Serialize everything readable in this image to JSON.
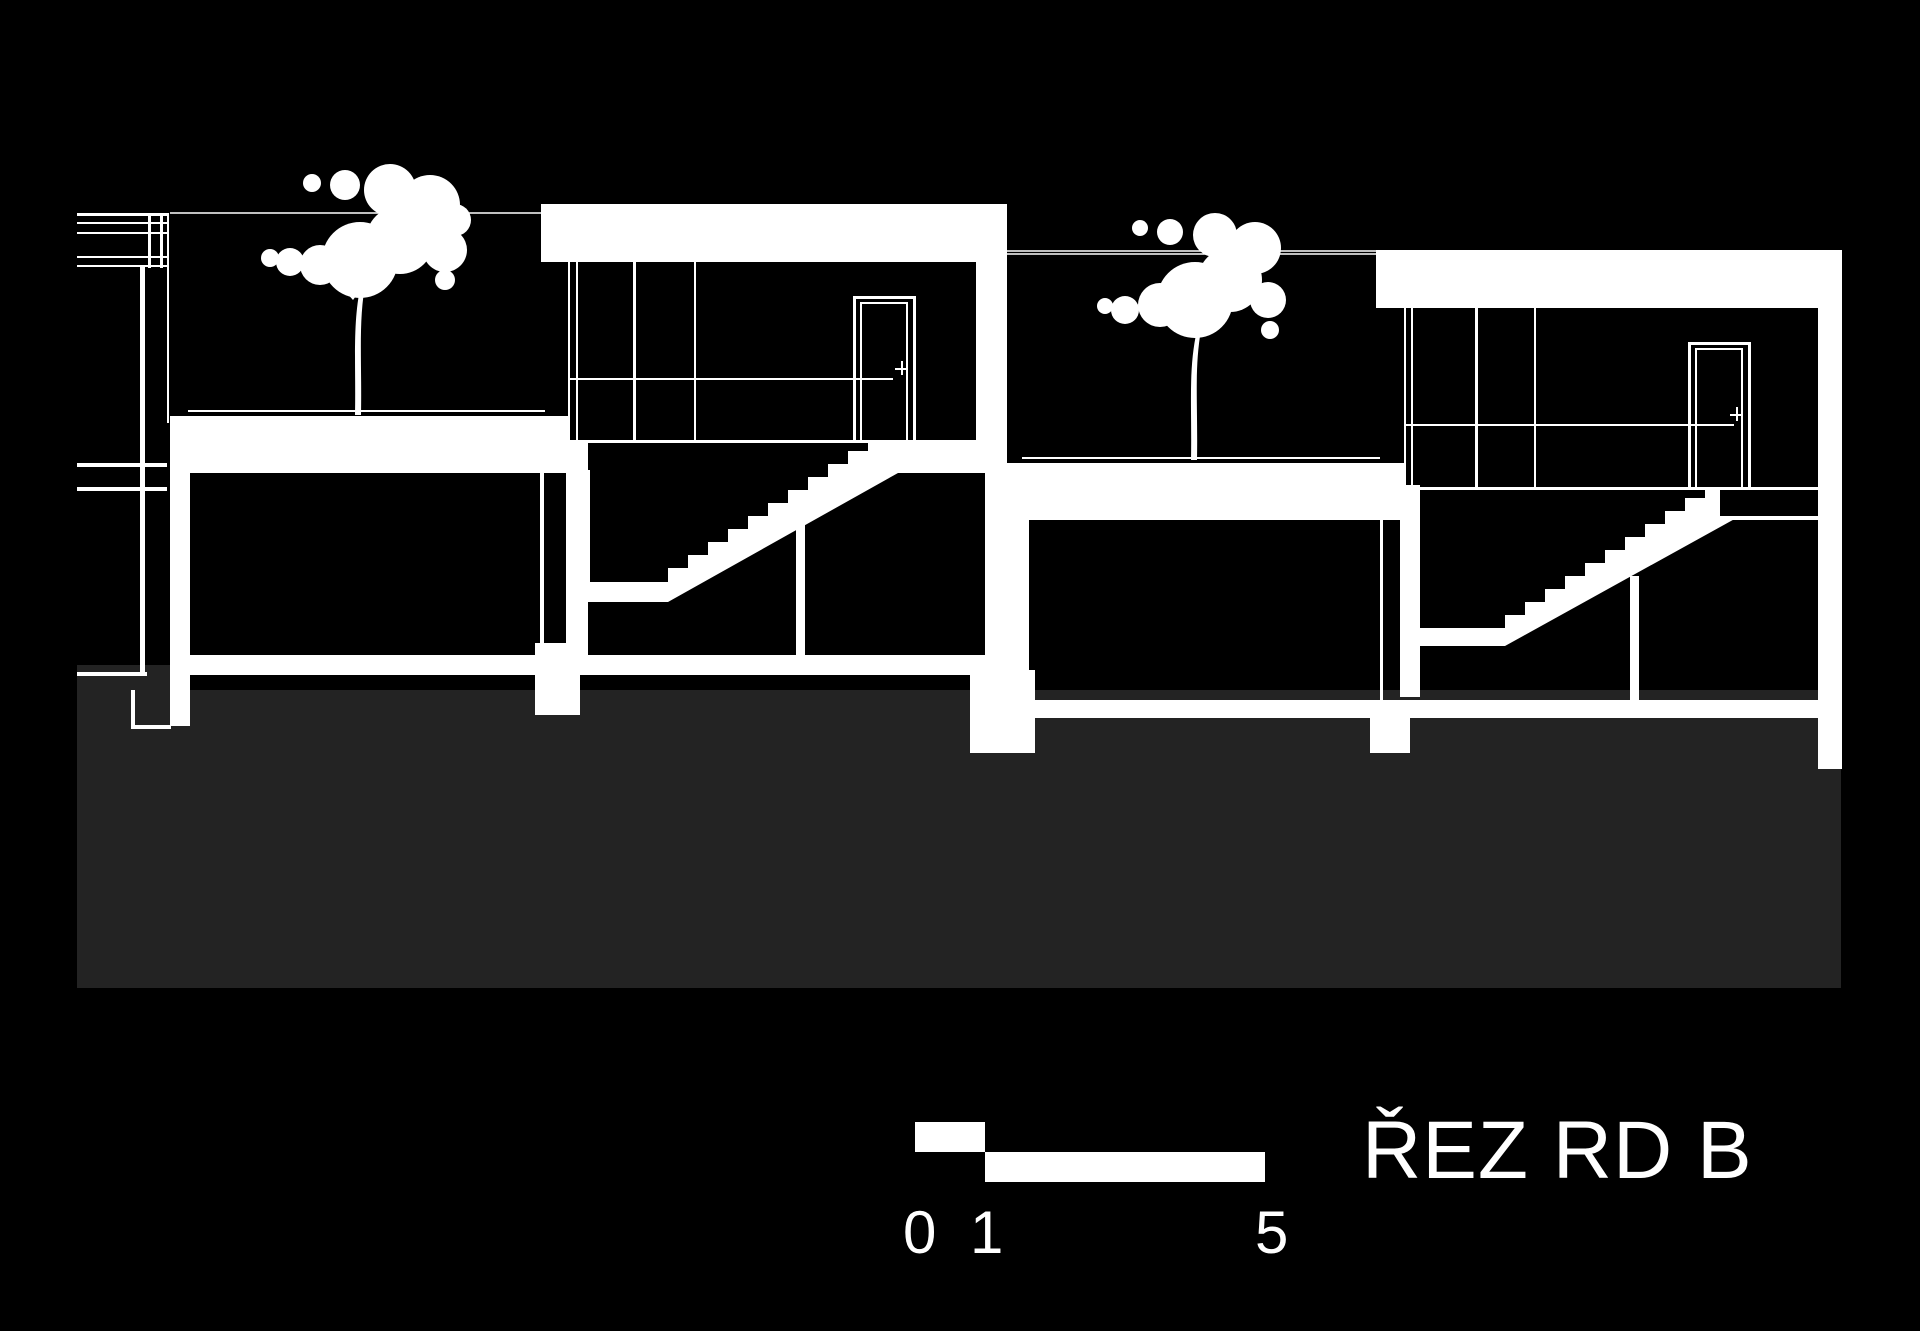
{
  "drawing": {
    "title": "ŘEZ RD B",
    "scale_bar": {
      "labels": [
        "0",
        "1",
        "5"
      ]
    },
    "colors": {
      "background": "#000000",
      "ground": "#232323",
      "structure": "#ffffff"
    },
    "icons": [
      "tree-icon",
      "door-icon"
    ]
  }
}
